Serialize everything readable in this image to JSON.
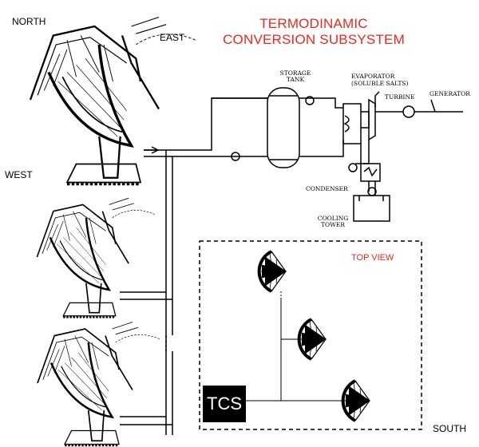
{
  "title": {
    "line1": "TERMODINAMIC",
    "line2": "CONVERSION SUBSYSTEM"
  },
  "compass": {
    "north": "NORTH",
    "east": "EAST",
    "west": "WEST",
    "south": "SOUTH"
  },
  "components": {
    "storage_tank": "STORAGE TANK",
    "evaporator": "EVAPORATOR",
    "evaporator_sub": "(SOLUBLE SALTS)",
    "turbine": "TURBINE",
    "generator": "GENERATOR",
    "condenser": "CONDENSER",
    "cooling_tower": "COOLING TOWER"
  },
  "top_view": {
    "label": "TOP VIEW",
    "center_label": "TCS"
  },
  "colors": {
    "accent": "#e8291c",
    "line": "#000000"
  }
}
